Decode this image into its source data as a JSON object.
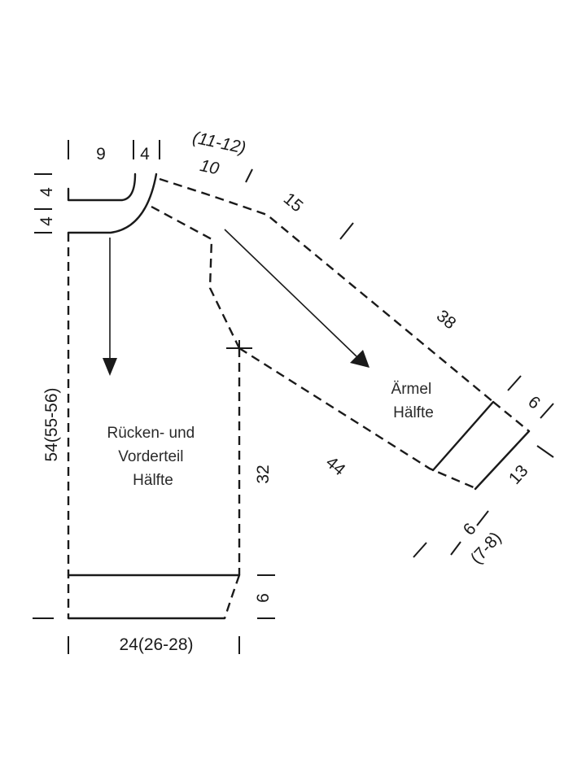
{
  "body_piece": {
    "label_line1": "Rücken- und",
    "label_line2": "Vorderteil",
    "label_line3": "Hälfte"
  },
  "sleeve_piece": {
    "label_line1": "Ärmel",
    "label_line2": "Hälfte"
  },
  "measurements": {
    "neck_width": "9",
    "shoulder_width": "4",
    "back_neck_depth": "4",
    "front_neck_depth": "4",
    "total_length": "54(55-56)",
    "side_length": "32",
    "rib_height_body": "6",
    "half_width": "24(26-28)",
    "sleeve_cap_a": "10",
    "sleeve_cap_a_sizes": "(11-12)",
    "sleeve_cap_b": "15",
    "sleeve_top_length": "38",
    "sleeve_underarm_length": "44",
    "cuff_height": "6",
    "cuff_width": "13",
    "cuff_lower_a": "6",
    "cuff_lower_b": "(7-8)"
  }
}
